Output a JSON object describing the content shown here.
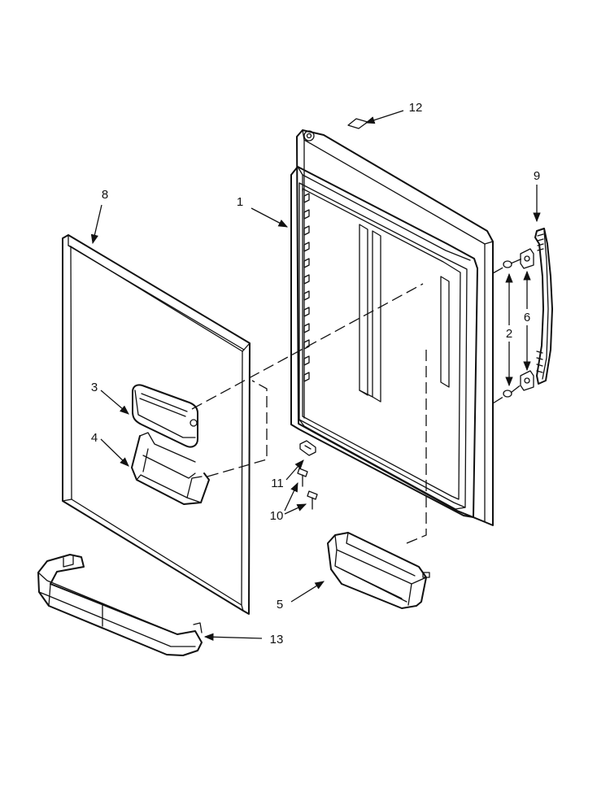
{
  "callouts": {
    "c1": "1",
    "c2": "2",
    "c3": "3",
    "c4": "4",
    "c5": "5",
    "c6": "6",
    "c8": "8",
    "c9": "9",
    "c10": "10",
    "c11": "11",
    "c12": "12",
    "c13": "13"
  }
}
